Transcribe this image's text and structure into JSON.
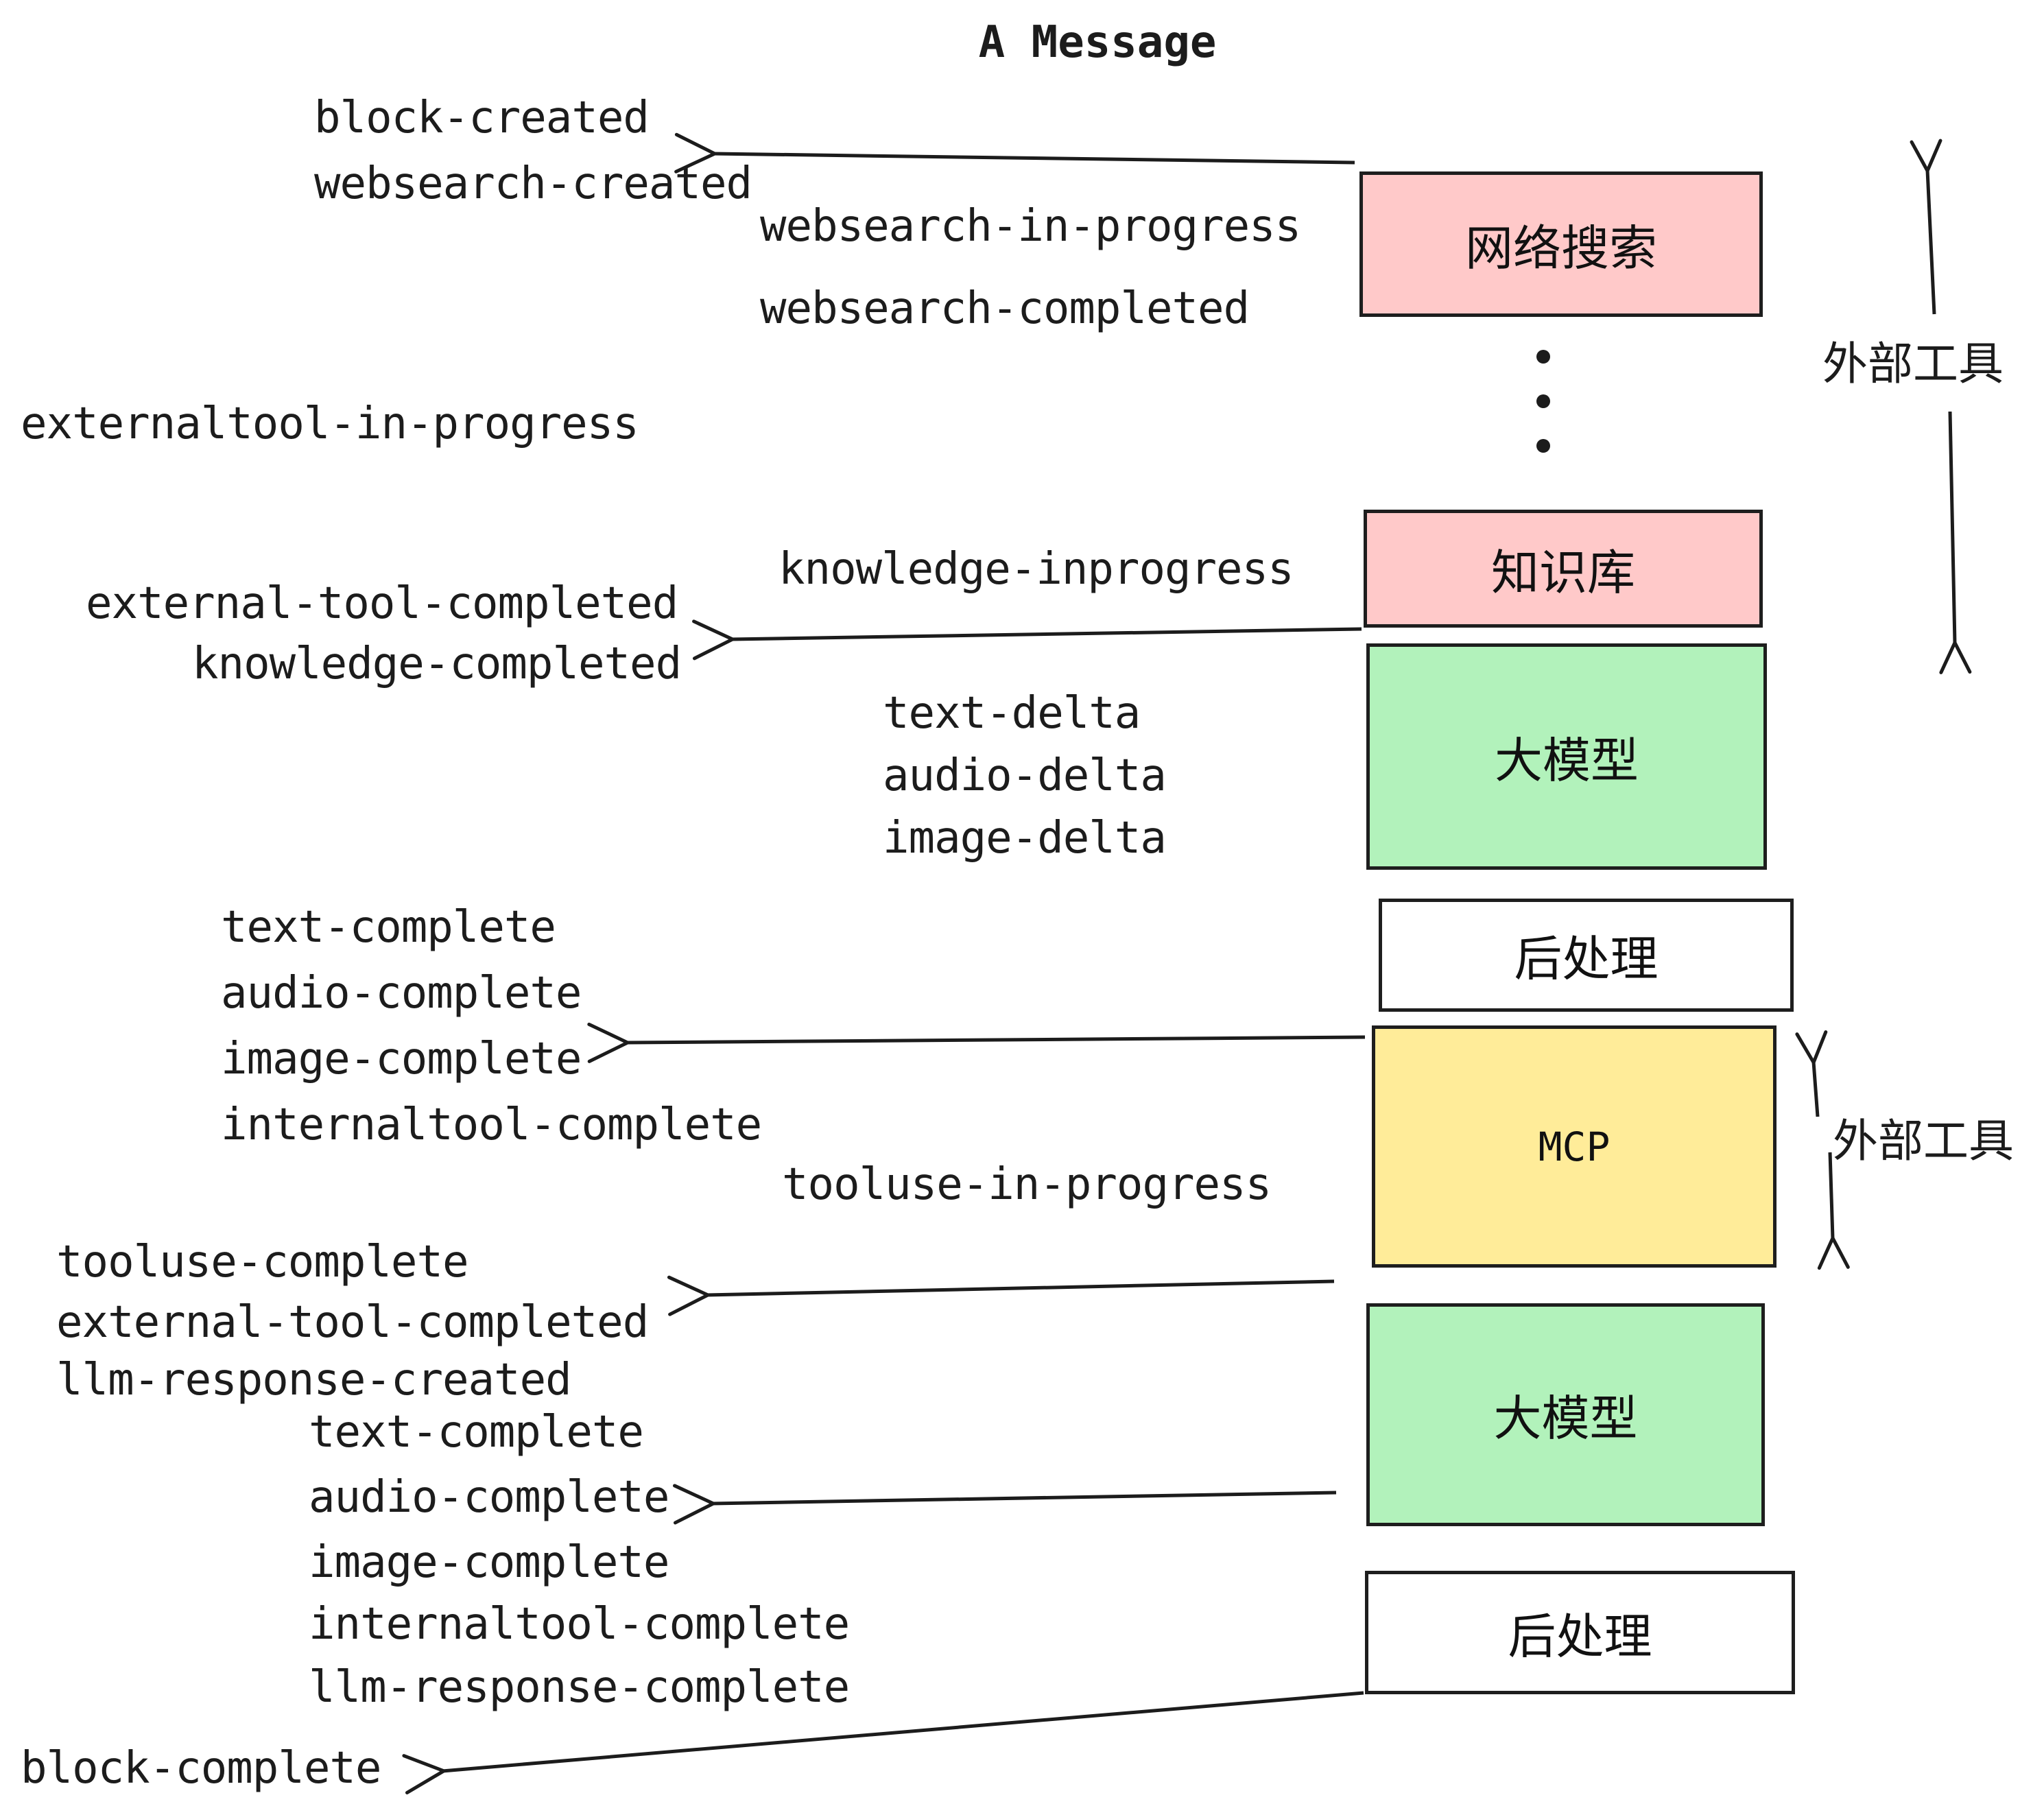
{
  "title": "A Message",
  "colors": {
    "pink": "#ffc9c9",
    "green": "#b2f2bb",
    "yellow": "#ffec99",
    "white": "#ffffff",
    "ink": "#1c1c1c"
  },
  "nodes": [
    {
      "id": "websearch",
      "label": "网络搜索"
    },
    {
      "id": "knowledge",
      "label": "知识库"
    },
    {
      "id": "llm-1",
      "label": "大模型"
    },
    {
      "id": "postproc-1",
      "label": "后处理"
    },
    {
      "id": "mcp",
      "label": "MCP"
    },
    {
      "id": "llm-2",
      "label": "大模型"
    },
    {
      "id": "postproc-2",
      "label": "后处理"
    }
  ],
  "side_labels": [
    {
      "text": "外部工具"
    },
    {
      "text": "外部工具"
    }
  ],
  "events": [
    {
      "text": "block-created"
    },
    {
      "text": "websearch-created"
    },
    {
      "text": "websearch-in-progress"
    },
    {
      "text": "websearch-completed"
    },
    {
      "text": "externaltool-in-progress"
    },
    {
      "text": "knowledge-inprogress"
    },
    {
      "text": "external-tool-completed"
    },
    {
      "text": "knowledge-completed"
    },
    {
      "text": "text-delta"
    },
    {
      "text": "audio-delta"
    },
    {
      "text": "image-delta"
    },
    {
      "text": "text-complete"
    },
    {
      "text": "audio-complete"
    },
    {
      "text": "image-complete"
    },
    {
      "text": "internaltool-complete"
    },
    {
      "text": "tooluse-in-progress"
    },
    {
      "text": "tooluse-complete"
    },
    {
      "text": "external-tool-completed"
    },
    {
      "text": "llm-response-created"
    },
    {
      "text": "text-complete"
    },
    {
      "text": "audio-complete"
    },
    {
      "text": "image-complete"
    },
    {
      "text": "internaltool-complete"
    },
    {
      "text": "llm-response-complete"
    },
    {
      "text": "block-complete"
    }
  ]
}
